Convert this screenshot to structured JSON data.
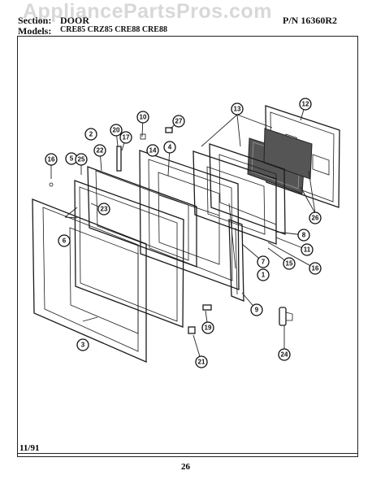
{
  "watermark": "AppliancePartsPros.com",
  "header": {
    "section_label": "Section:",
    "section_value": "DOOR",
    "models_label": "Models:",
    "models_value": "CRE85 CRZ85 CRE88 CRE88",
    "part_number": "P/N 16360R2"
  },
  "footer": {
    "date": "11/91",
    "page_number": "26"
  },
  "callouts": [
    {
      "id": "c1",
      "label": "1"
    },
    {
      "id": "c2",
      "label": "2"
    },
    {
      "id": "c3",
      "label": "3"
    },
    {
      "id": "c4",
      "label": "4"
    },
    {
      "id": "c5",
      "label": "5"
    },
    {
      "id": "c6",
      "label": "6"
    },
    {
      "id": "c7",
      "label": "7"
    },
    {
      "id": "c8",
      "label": "8"
    },
    {
      "id": "c9",
      "label": "9"
    },
    {
      "id": "c10",
      "label": "10"
    },
    {
      "id": "c11",
      "label": "11"
    },
    {
      "id": "c12",
      "label": "12"
    },
    {
      "id": "c13",
      "label": "13"
    },
    {
      "id": "c14",
      "label": "14"
    },
    {
      "id": "c15",
      "label": "15"
    },
    {
      "id": "c16a",
      "label": "16"
    },
    {
      "id": "c16b",
      "label": "16"
    },
    {
      "id": "c17",
      "label": "17"
    },
    {
      "id": "c19",
      "label": "19"
    },
    {
      "id": "c20",
      "label": "20"
    },
    {
      "id": "c21",
      "label": "21"
    },
    {
      "id": "c22",
      "label": "22"
    },
    {
      "id": "c23",
      "label": "23"
    },
    {
      "id": "c24",
      "label": "24"
    },
    {
      "id": "c25",
      "label": "25"
    },
    {
      "id": "c26",
      "label": "26"
    },
    {
      "id": "c27",
      "label": "27"
    }
  ]
}
